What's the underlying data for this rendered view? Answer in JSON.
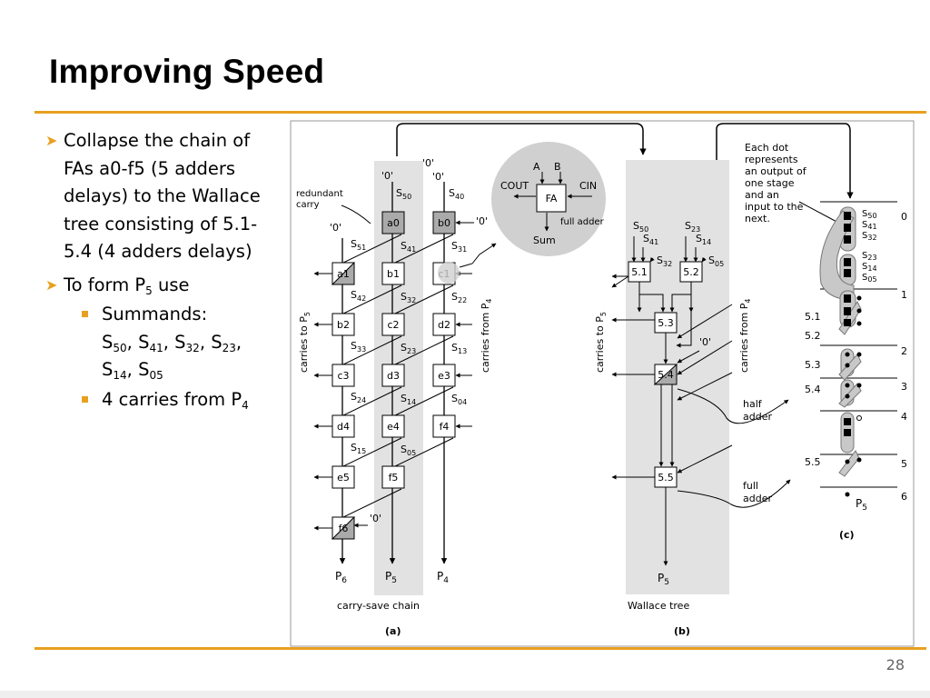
{
  "slide": {
    "title": "Improving Speed",
    "page_number": "28",
    "bullets": {
      "b1": {
        "l1": "Collapse the chain of",
        "l2": "FAs a0-f5 (5 adders",
        "l3": "delays) to the Wallace",
        "l4": "tree consisting of 5.1-",
        "l5": "5.4 (4 adders delays)"
      },
      "b2": {
        "pre": "To form P",
        "sub": "5",
        "post": " use"
      },
      "s1": {
        "label": "Summands:",
        "s50": "50",
        "s41": "41",
        "s32": "32",
        "s23": "23",
        "s14": "14",
        "s05": "05",
        "S": "S",
        ",": ","
      },
      "s2": {
        "pre": "4 carries from P",
        "sub": "4"
      }
    }
  },
  "figure": {
    "a": {
      "redundant": "redundant",
      "carry": "carry",
      "zero": "'0'",
      "boxes": [
        "a0",
        "b0",
        "a1",
        "b1",
        "c1",
        "b2",
        "c2",
        "d2",
        "c3",
        "d3",
        "e3",
        "d4",
        "e4",
        "f4",
        "e5",
        "f5",
        "f6"
      ],
      "carries_to": "carries to P",
      "carries_to_sub": "5",
      "carries_from": "carries from P",
      "carries_from_sub": "4",
      "out_p6": "P",
      "out_p6_sub": "6",
      "out_p5": "P",
      "out_p5_sub": "5",
      "out_p4": "P",
      "out_p4_sub": "4",
      "caption": "carry-save chain",
      "letter": "(a)"
    },
    "fa": {
      "a": "A",
      "b": "B",
      "cout": "COUT",
      "cin": "CIN",
      "fa": "FA",
      "sum": "Sum",
      "full_adder": "full adder"
    },
    "b": {
      "boxes": [
        "5.1",
        "5.2",
        "5.3",
        "5.4",
        "5.5"
      ],
      "caption": "Wallace tree",
      "letter": "(b)",
      "out": "P",
      "out_sub": "5",
      "half": "half",
      "adder": "adder",
      "full": "full"
    },
    "c": {
      "note": [
        "Each dot",
        "represents",
        "an output of",
        "one stage",
        "and an",
        "input to the",
        "next."
      ],
      "levels": [
        "0",
        "1",
        "2",
        "3",
        "4",
        "5",
        "6"
      ],
      "labels": [
        "5.1",
        "5.2",
        "5.3",
        "5.4",
        "5.5"
      ],
      "out": "P",
      "out_sub": "5",
      "letter": "(c)"
    }
  }
}
